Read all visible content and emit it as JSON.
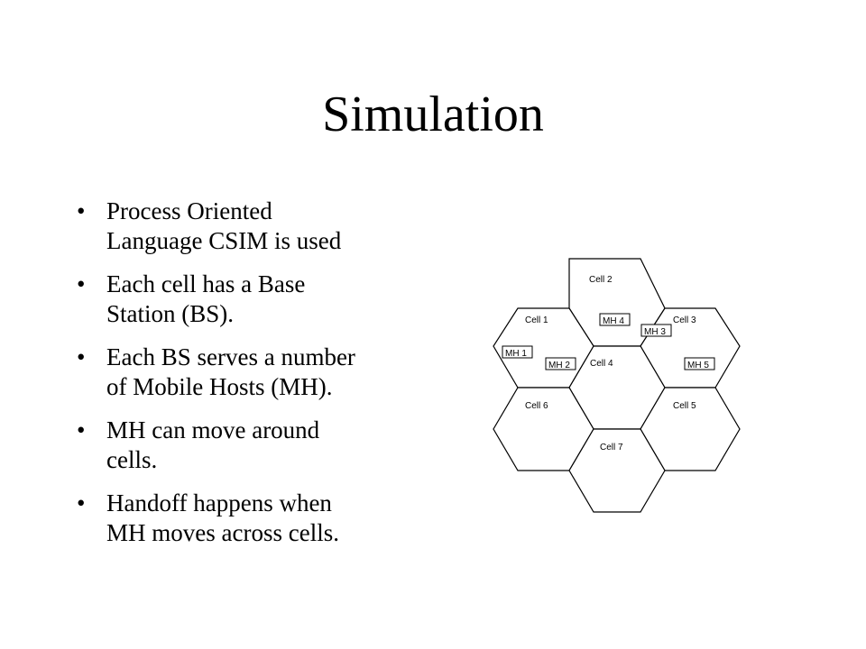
{
  "title": "Simulation",
  "bullets": [
    {
      "line1": "Process Oriented",
      "line2": "Language  CSIM is used"
    },
    {
      "line1": "Each cell has a Base",
      "line2": "Station (BS)."
    },
    {
      "line1": "Each BS serves a number",
      "line2": "of Mobile Hosts (MH)."
    },
    {
      "line1": "MH can move around",
      "line2": "cells."
    },
    {
      "line1": "Handoff happens when",
      "line2": "MH moves across cells."
    }
  ],
  "bullet_symbol": "•",
  "diagram": {
    "cells": [
      "Cell 2",
      "Cell 1",
      "Cell 3",
      "Cell 4",
      "Cell 6",
      "Cell 5",
      "Cell 7"
    ],
    "mobile_hosts": [
      "MH 4",
      "MH 3",
      "MH 1",
      "MH 2",
      "MH 5"
    ]
  }
}
